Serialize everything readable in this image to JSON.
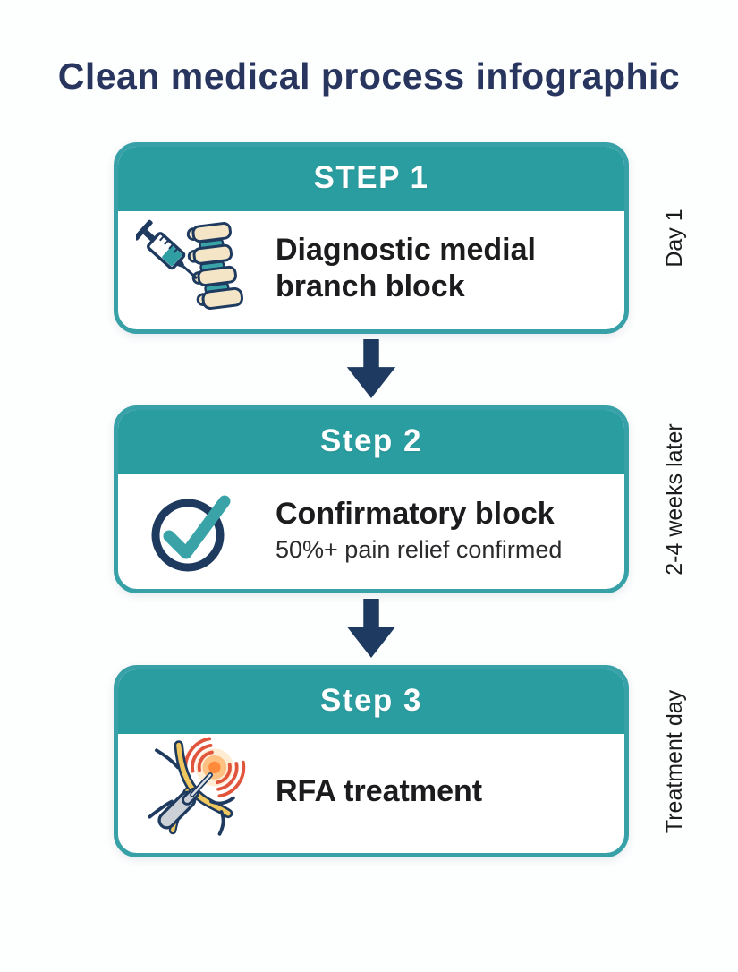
{
  "title": "Clean medical process infographic",
  "steps": [
    {
      "header": "STEP 1",
      "title": "Diagnostic medial branch block",
      "subtitle": "",
      "side_label": "Day 1",
      "icon": "syringe-spine-icon"
    },
    {
      "header": "Step 2",
      "title": "Confirmatory block",
      "subtitle": "50%+ pain relief confirmed",
      "side_label": "2-4 weeks later",
      "icon": "check-circle-icon"
    },
    {
      "header": "Step 3",
      "title": "RFA treatment",
      "subtitle": "",
      "side_label": "Treatment day",
      "icon": "rfa-probe-icon"
    }
  ],
  "arrow_icon": "down-arrow-icon",
  "colors": {
    "teal_header": "#2a9da0",
    "teal_border": "#38a1a7",
    "navy": "#1e3a5f",
    "title_navy": "#28355e",
    "body_text": "#1c1c1e",
    "subtitle_text": "#2b2b2e",
    "vertebra_cream": "#f3e5c6",
    "nerve_yellow": "#f0c75e",
    "glow_orange": "#ff8a3c",
    "wave_orange": "#e0553b",
    "probe_grey": "#ccd1d8",
    "check_teal": "#3aa3a8",
    "background": "#fdfefe"
  }
}
